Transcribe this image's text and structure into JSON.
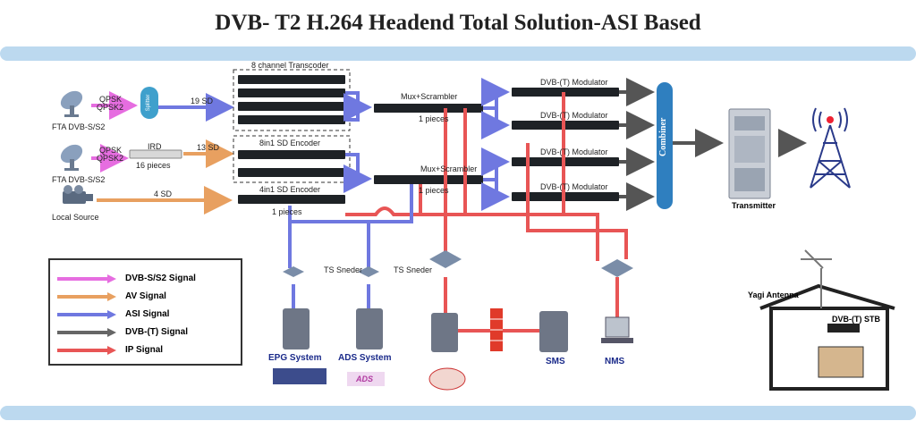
{
  "title": "DVB- T2 H.264 Headend Total Solution-ASI Based",
  "sources": {
    "sat1": "FTA DVB-S/S2",
    "sat2": "FTA DVB-S/S2",
    "local": "Local Source",
    "qpsk1": "QPSK",
    "qpsk2_1": "QPSK2",
    "qpsk2": "QPSK",
    "qpsk2_2": "QPSK2",
    "splitter": "Splitter",
    "ird": "IRD",
    "ird_count": "16 pieces"
  },
  "links": {
    "sd19": "19 SD",
    "sd13": "13 SD",
    "sd4": "4 SD"
  },
  "devices": {
    "transcoder": "8 channel Transcoder",
    "encoder8": "8in1 SD Encoder",
    "encoder4": "4in1 SD Encoder",
    "encoder4_count": "1 pieces",
    "mux1": "Mux+Scrambler",
    "mux1_count": "1 pieces",
    "mux2": "Mux+Scrambler",
    "mux2_count": "1 pieces",
    "mod1": "DVB-(T) Modulator",
    "mod2": "DVB-(T) Modulator",
    "mod3": "DVB-(T) Modulator",
    "mod4": "DVB-(T) Modulator",
    "combiner": "Combiner",
    "transmitter": "Transmitter",
    "ts1": "TS Sneder",
    "ts2": "TS Sneder",
    "epg": "EPG System",
    "ads": "ADS System",
    "ads_logo": "ADS",
    "sms": "SMS",
    "nms": "NMS",
    "yagi": "Yagi Antenna",
    "stb": "DVB-(T) STB"
  },
  "legend": [
    {
      "label": "DVB-S/S2 Signal",
      "color": "#e66de0"
    },
    {
      "label": "AV Signal",
      "color": "#e8a060"
    },
    {
      "label": "ASI Signal",
      "color": "#6f78e0"
    },
    {
      "label": "DVB-(T) Signal",
      "color": "#666666"
    },
    {
      "label": "IP Signal",
      "color": "#e85555"
    }
  ],
  "colors": {
    "band": "#bcd9ef",
    "device": "#1e2226",
    "combiner": "#2f7fbf"
  }
}
